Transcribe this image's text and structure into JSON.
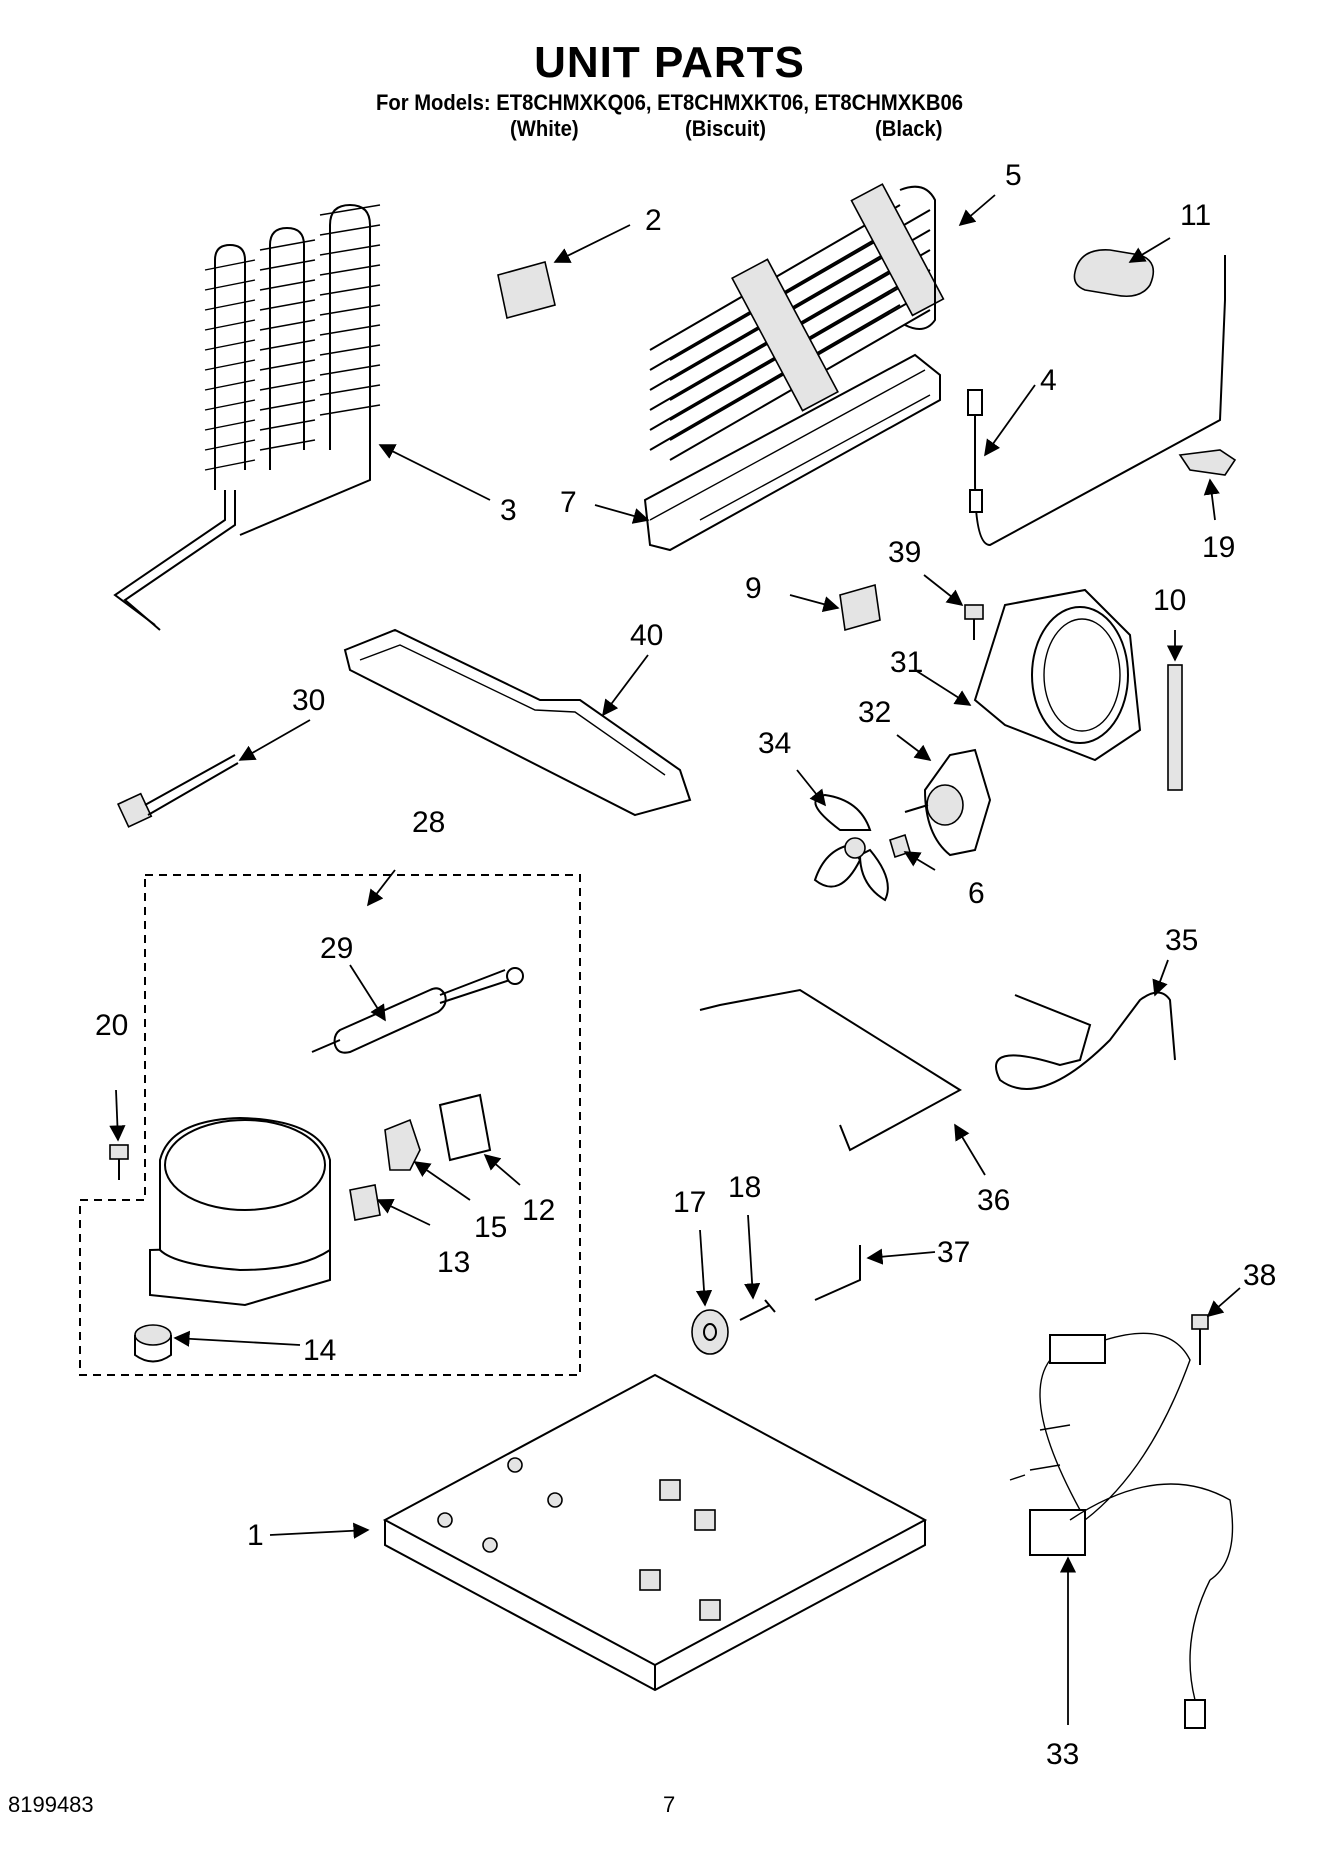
{
  "title": "UNIT PARTS",
  "models_line": "For Models: ET8CHMXKQ06, ET8CHMXKT06, ET8CHMXKB06",
  "color_labels": [
    "(White)",
    "(Biscuit)",
    "(Black)"
  ],
  "callouts": {
    "c1": "1",
    "c2": "2",
    "c3": "3",
    "c4": "4",
    "c5": "5",
    "c6": "6",
    "c7": "7",
    "c9": "9",
    "c10": "10",
    "c11": "11",
    "c12": "12",
    "c13": "13",
    "c14": "14",
    "c15": "15",
    "c17": "17",
    "c18": "18",
    "c19": "19",
    "c20": "20",
    "c28": "28",
    "c29": "29",
    "c30": "30",
    "c31": "31",
    "c32": "32",
    "c33": "33",
    "c34": "34",
    "c35": "35",
    "c36": "36",
    "c37": "37",
    "c38": "38",
    "c39": "39",
    "c40": "40"
  },
  "footer": {
    "doc_number": "8199483",
    "page_number": "7"
  }
}
